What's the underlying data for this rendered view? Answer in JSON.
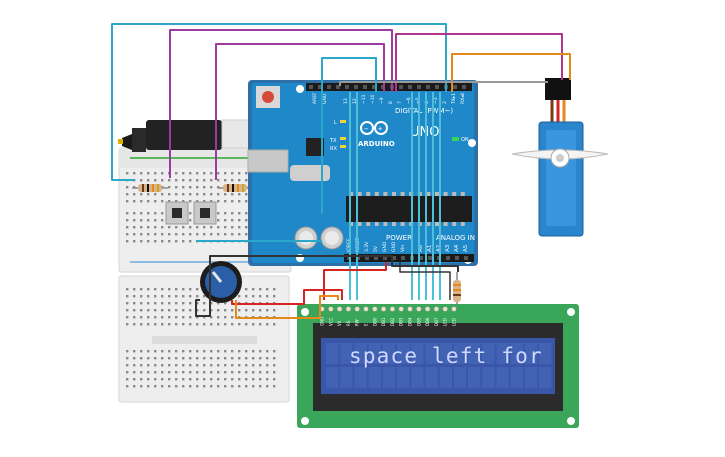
{
  "arduino": {
    "brand": "ARDUINO",
    "model": "UNO",
    "digital_label": "DIGITAL (PWM~)",
    "analog_label": "ANALOG IN",
    "power_label": "POWER",
    "on_label": "ON",
    "tx_label": "TX",
    "rx_label": "RX",
    "l_label": "L",
    "aref_label": "AREF",
    "gnd_label": "GND",
    "digital_pins": [
      "13",
      "12",
      "~11",
      "~10",
      "~9",
      "8",
      "7",
      "~6",
      "~5",
      "4",
      "~3",
      "2",
      "TX▸1",
      "RX◂0"
    ],
    "analog_pins": [
      "A0",
      "A1",
      "A2",
      "A3",
      "A4",
      "A5"
    ],
    "power_pins": [
      "IOREF",
      "RESET",
      "3.3V",
      "5V",
      "GND",
      "GND",
      "Vin"
    ]
  },
  "lcd": {
    "display_text": "space left for",
    "pin_labels": [
      "GND",
      "VCC",
      "V0",
      "RS",
      "RW",
      "E",
      "DB0",
      "DB1",
      "DB2",
      "DB3",
      "DB4",
      "DB5",
      "DB6",
      "DB7",
      "LED",
      "LED"
    ]
  },
  "colors": {
    "arduino_board": "#2e6fa7",
    "servo_body": "#2a85cf",
    "lcd_pcb": "#3aa65a",
    "lcd_screen": "#3a56a8",
    "breadboard": "#eeeeee",
    "wire_cyan": "#2aa7c9",
    "wire_purple": "#9b3aa0",
    "wire_orange": "#e58a1a",
    "wire_red": "#d52424",
    "wire_magenta": "#b0358e",
    "wire_black": "#333333"
  }
}
